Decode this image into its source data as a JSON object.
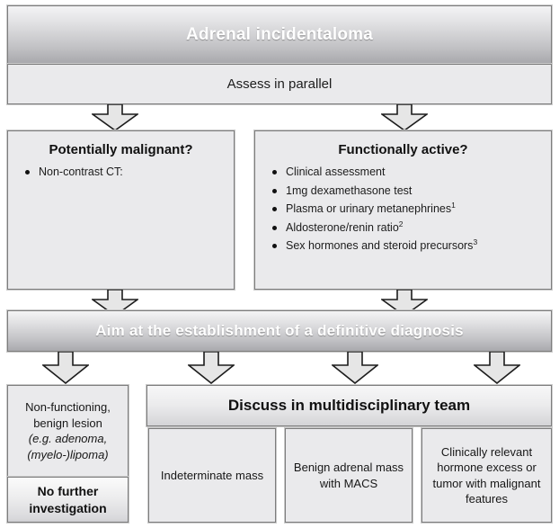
{
  "diagram": {
    "title": "Adrenal incidentaloma management flowchart",
    "colors": {
      "border": "#7d7d7d",
      "box_fill": "#eaeaec",
      "gradient_top": "#f4f4f5",
      "gradient_bottom": "#a9a9ad",
      "title_text": "#ffffff",
      "body_text": "#1a1a1a"
    },
    "top": {
      "header": "Adrenal incidentaloma",
      "subheader": "Assess in parallel"
    },
    "branches": {
      "left": {
        "heading": "Potentially malignant?",
        "bullets": [
          {
            "text": "Non-contrast CT:",
            "sup": ""
          }
        ]
      },
      "right": {
        "heading": "Functionally active?",
        "bullets": [
          {
            "text": "Clinical assessment",
            "sup": ""
          },
          {
            "text": "1mg dexamethasone test",
            "sup": ""
          },
          {
            "text": "Plasma or urinary metanephrines",
            "sup": "1"
          },
          {
            "text": "Aldosterone/renin ratio",
            "sup": "2"
          },
          {
            "text": "Sex hormones and steroid precursors",
            "sup": "3"
          }
        ]
      }
    },
    "aim_bar": "Aim at the establishment of a definitive diagnosis",
    "outcome_left": {
      "lines": [
        {
          "text": "Non-functioning,",
          "italic": false
        },
        {
          "text": "benign lesion",
          "italic": false
        },
        {
          "text": "(e.g. adenoma,",
          "italic": true
        },
        {
          "text": "(myelo-)lipoma)",
          "italic": true
        }
      ],
      "action": "No further investigation"
    },
    "mdt": {
      "header": "Discuss in multidisciplinary team",
      "options": [
        "Indeterminate mass",
        "Benign adrenal mass with MACS",
        "Clinically relevant hormone excess or tumor with malignant features"
      ]
    },
    "arrows": {
      "icon": "down-block-arrow",
      "count": 8
    }
  }
}
